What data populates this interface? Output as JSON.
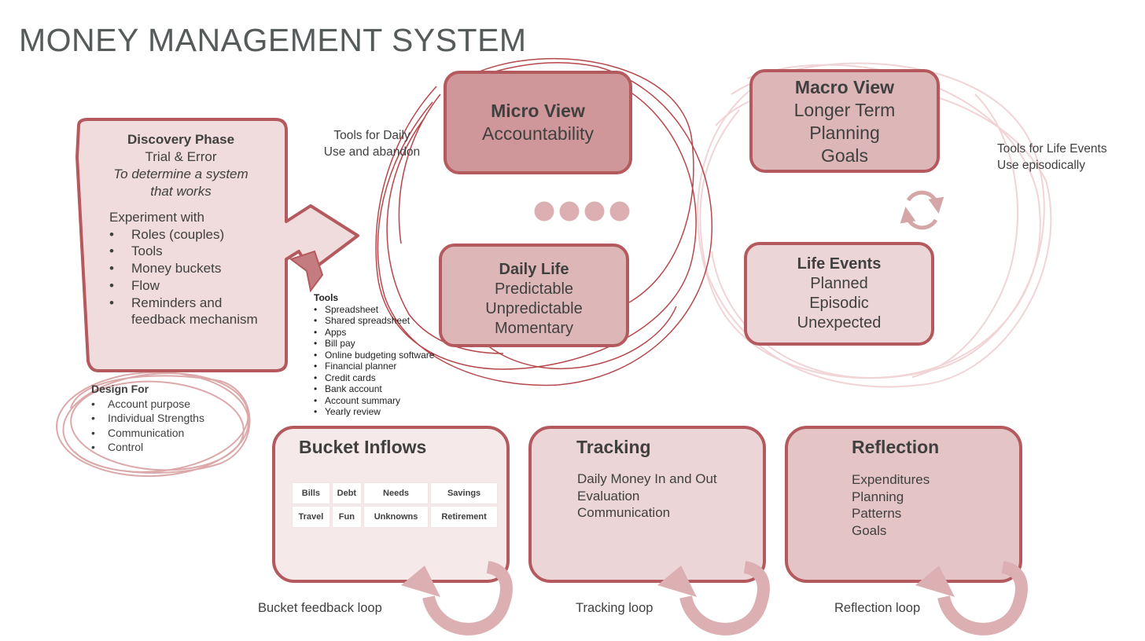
{
  "title": "MONEY MANAGEMENT SYSTEM",
  "discovery": {
    "heading": "Discovery Phase",
    "line2": "Trial & Error",
    "italic1": "To determine a system",
    "italic2": "that works",
    "experiment_label": "Experiment with",
    "items": [
      "Roles (couples)",
      "Tools",
      "Money buckets",
      "Flow",
      "Reminders and",
      "feedback mechanism"
    ]
  },
  "design_for": {
    "heading": "Design For",
    "items": [
      "Account purpose",
      "Individual Strengths",
      "Communication",
      "Control"
    ]
  },
  "tools_list": {
    "heading": "Tools",
    "items": [
      "Spreadsheet",
      "Shared spreadsheet",
      "Apps",
      "Bill pay",
      "Online budgeting software",
      "Financial planner",
      "Credit cards",
      "Bank account",
      "Account summary",
      "Yearly review"
    ]
  },
  "notes": {
    "daily_line1": "Tools for Daily",
    "daily_line2": "Use and abandon",
    "life_line1": "Tools for Life Events",
    "life_line2": "Use episodically"
  },
  "micro_view": {
    "heading": "Micro View",
    "line2": "Accountability"
  },
  "daily_life": {
    "heading": "Daily Life",
    "lines": [
      "Predictable",
      "Unpredictable",
      "Momentary"
    ]
  },
  "macro_view": {
    "heading": "Macro View",
    "lines": [
      "Longer Term",
      "Planning",
      "Goals"
    ]
  },
  "life_events": {
    "heading": "Life Events",
    "lines": [
      "Planned",
      "Episodic",
      "Unexpected"
    ]
  },
  "bucket_inflows": {
    "heading": "Bucket Inflows",
    "rows": [
      [
        "Bills",
        "Debt",
        "Needs",
        "Savings"
      ],
      [
        "Travel",
        "Fun",
        "Unknowns",
        "Retirement"
      ]
    ]
  },
  "tracking": {
    "heading": "Tracking",
    "lines": [
      "Daily Money In and Out",
      "Evaluation",
      "Communication"
    ]
  },
  "reflection": {
    "heading": "Reflection",
    "lines": [
      "Expenditures",
      "Planning",
      "Patterns",
      "Goals"
    ]
  },
  "loops": {
    "bucket": "Bucket feedback loop",
    "tracking": "Tracking loop",
    "reflection": "Reflection loop"
  },
  "colors": {
    "accent": "#b45a5e",
    "fill_dark": "#cf9799",
    "fill_mid": "#ddb7b8",
    "fill_light": "#ecd5d6",
    "fill_pale": "#f6e9e9",
    "swirl_light": "#f0d4d6"
  }
}
